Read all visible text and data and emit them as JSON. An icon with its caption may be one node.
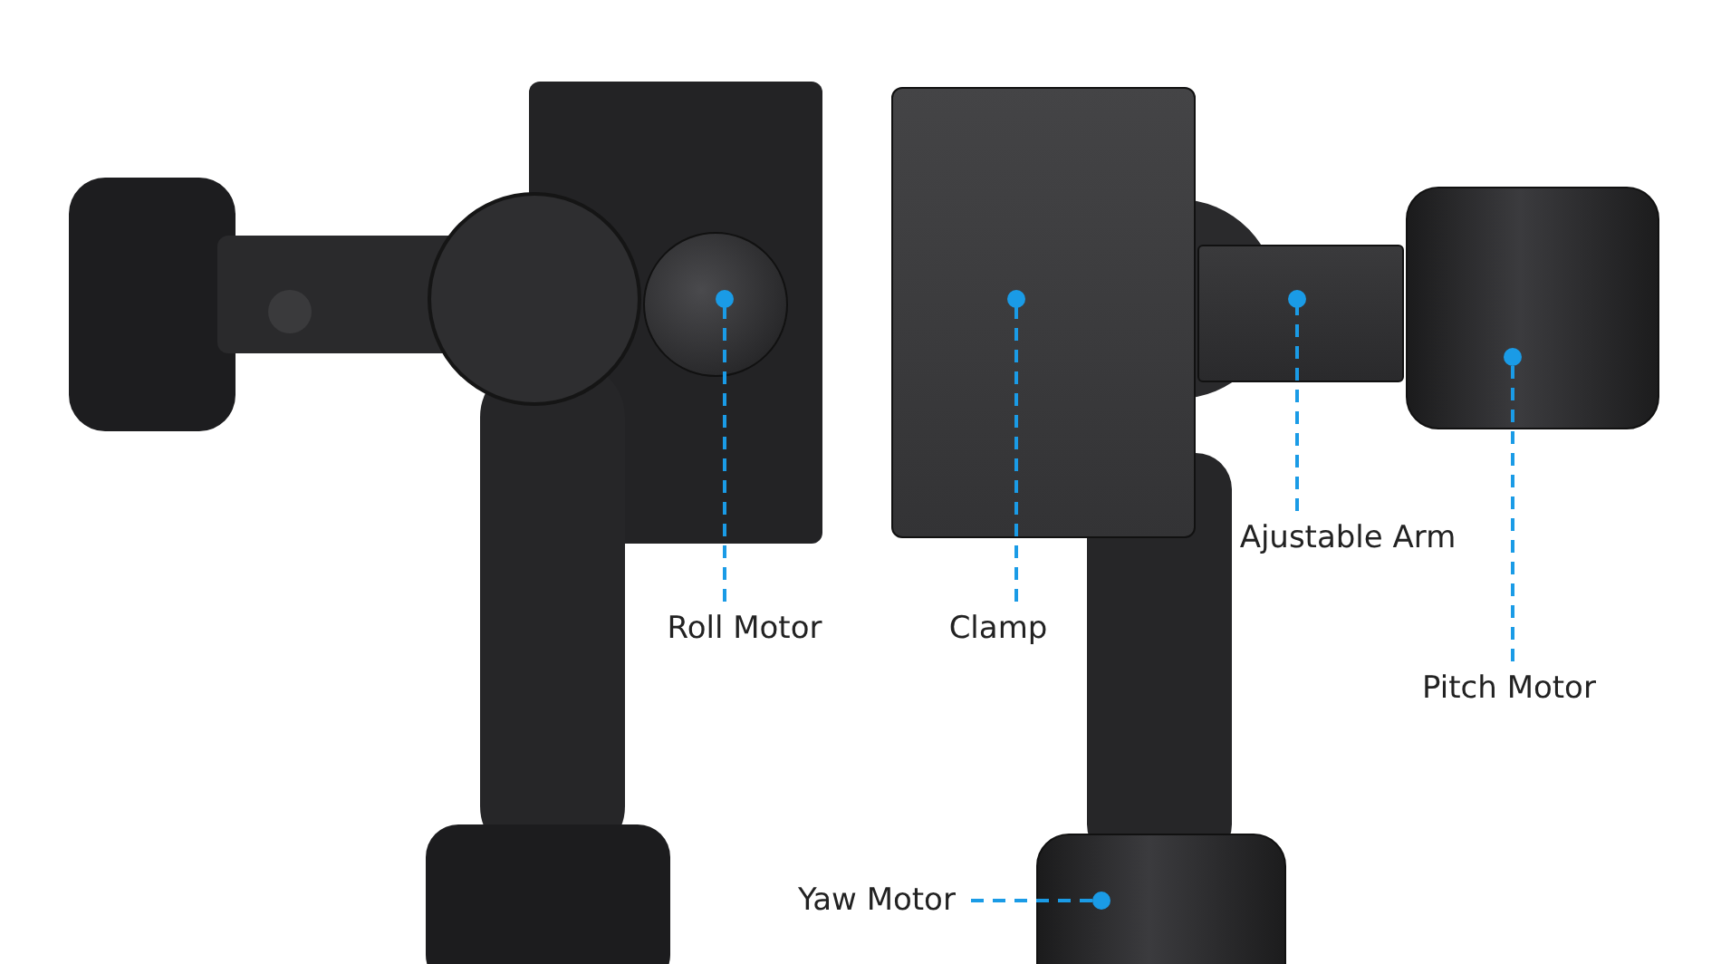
{
  "diagram": {
    "nodes": [
      {
        "text": [
          "Ajustable Arm"
        ]
      },
      {
        "text": [
          "Roll Motor"
        ]
      },
      {
        "text": [
          "Clamp"
        ]
      },
      {
        "text": [
          "Pitch Motor"
        ]
      },
      {
        "text": [
          "Yaw Motor"
        ]
      },
      {
        "text": [],
        "shape": "bar"
      },
      {
        "text": [],
        "shape": "circle"
      },
      {
        "text": [],
        "shape": "box"
      },
      {
        "text": [],
        "shape": "cylinder"
      },
      {
        "text": [],
        "shape": "cylinder"
      }
    ],
    "edges": [
      {
        "from": 0,
        "to": 5,
        "arrow": "other"
      },
      {
        "from": 1,
        "to": 6,
        "arrow": "other"
      },
      {
        "from": 2,
        "to": 7,
        "arrow": "other"
      },
      {
        "from": 3,
        "to": 8,
        "arrow": "other"
      },
      {
        "from": 4,
        "to": 9,
        "arrow": "other"
      }
    ]
  }
}
